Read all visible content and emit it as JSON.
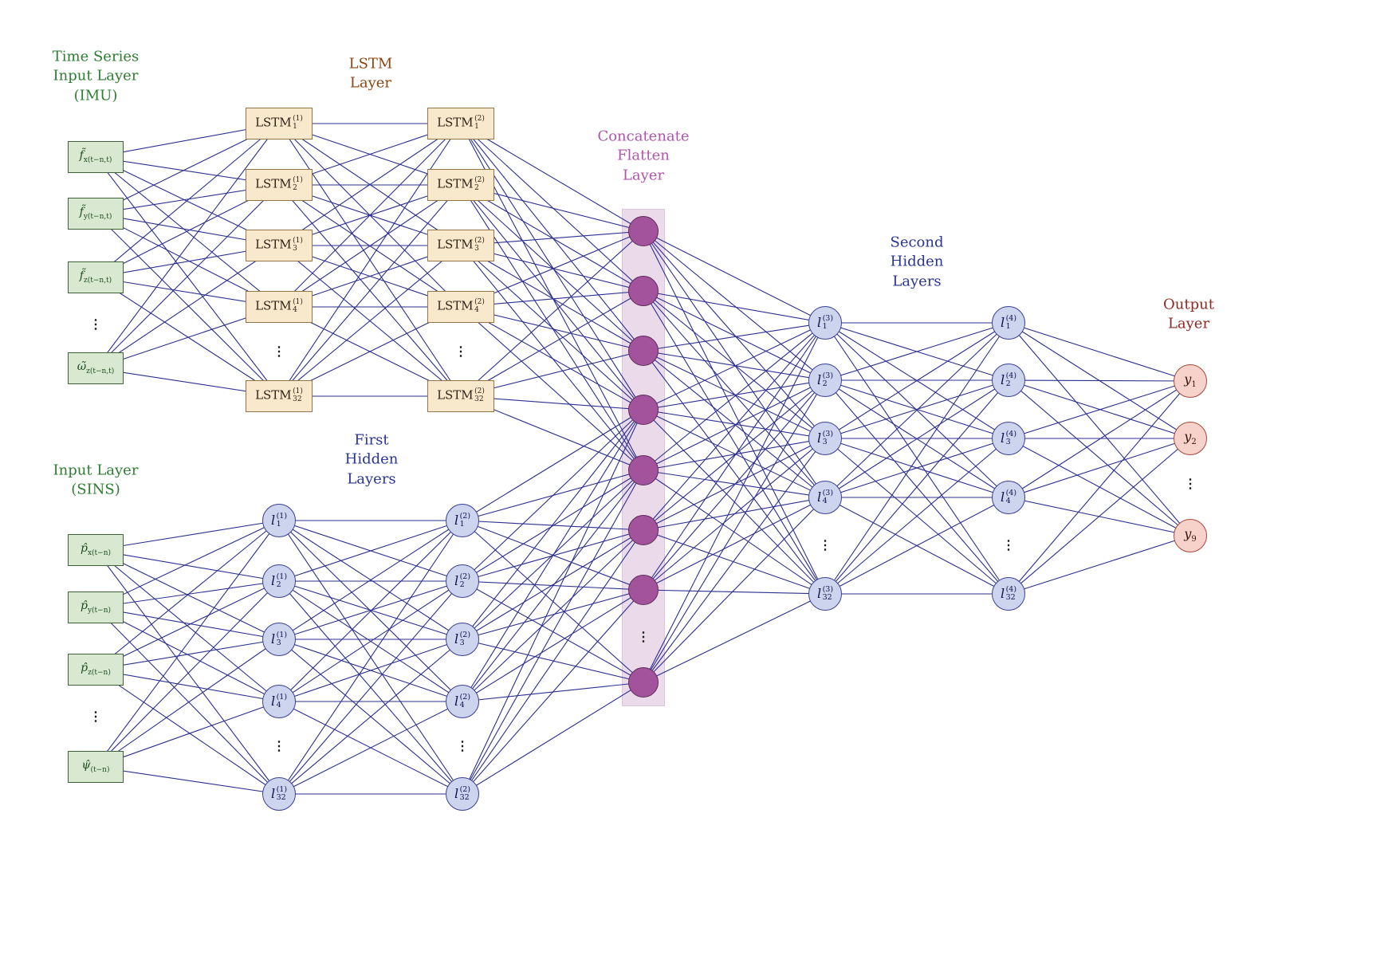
{
  "figure": {
    "type": "lstm-sins-fusion-neural-network-diagram",
    "ellipsis": "⋮",
    "titles": {
      "imu": {
        "lines": [
          "Time Series",
          "Input Layer",
          "(IMU)"
        ]
      },
      "lstm": {
        "lines": [
          "LSTM",
          "Layer"
        ]
      },
      "sins": {
        "lines": [
          "Input Layer",
          "(SINS)"
        ]
      },
      "first_hidden": {
        "lines": [
          "First",
          "Hidden",
          "Layers"
        ]
      },
      "concat": {
        "lines": [
          "Concatenate",
          "Flatten",
          "Layer"
        ]
      },
      "second_hidden": {
        "lines": [
          "Second",
          "Hidden",
          "Layers"
        ]
      },
      "output": {
        "lines": [
          "Output",
          "Layer"
        ]
      }
    },
    "layers": {
      "imu": {
        "name": "imu-input",
        "nodes": [
          {
            "base": "f̃",
            "sub": "x(t−n,t)",
            "math": true
          },
          {
            "base": "f̃",
            "sub": "y(t−n,t)",
            "math": true
          },
          {
            "base": "f̃",
            "sub": "z(t−n,t)",
            "math": true
          },
          {
            "base": "ω̃",
            "sub": "z(t−n,t)",
            "math": true
          }
        ]
      },
      "lstm1": {
        "name": "lstm-1",
        "nodes": [
          {
            "base": "LSTM",
            "sub": "1",
            "sup": "(1)"
          },
          {
            "base": "LSTM",
            "sub": "2",
            "sup": "(1)"
          },
          {
            "base": "LSTM",
            "sub": "3",
            "sup": "(1)"
          },
          {
            "base": "LSTM",
            "sub": "4",
            "sup": "(1)"
          },
          {
            "base": "LSTM",
            "sub": "32",
            "sup": "(1)"
          }
        ]
      },
      "lstm2": {
        "name": "lstm-2",
        "nodes": [
          {
            "base": "LSTM",
            "sub": "1",
            "sup": "(2)"
          },
          {
            "base": "LSTM",
            "sub": "2",
            "sup": "(2)"
          },
          {
            "base": "LSTM",
            "sub": "3",
            "sup": "(2)"
          },
          {
            "base": "LSTM",
            "sub": "4",
            "sup": "(2)"
          },
          {
            "base": "LSTM",
            "sub": "32",
            "sup": "(2)"
          }
        ]
      },
      "sins": {
        "name": "sins-input",
        "nodes": [
          {
            "base": "p̂",
            "sub": "x(t−n)",
            "math": true
          },
          {
            "base": "p̂",
            "sub": "y(t−n)",
            "math": true
          },
          {
            "base": "p̂",
            "sub": "z(t−n)",
            "math": true
          },
          {
            "base": "ψ̂",
            "sub": "(t−n)",
            "math": true
          }
        ]
      },
      "h1": {
        "name": "hidden-1",
        "nodes": [
          {
            "base": "l",
            "sub": "1",
            "sup": "(1)",
            "math": true
          },
          {
            "base": "l",
            "sub": "2",
            "sup": "(1)",
            "math": true
          },
          {
            "base": "l",
            "sub": "3",
            "sup": "(1)",
            "math": true
          },
          {
            "base": "l",
            "sub": "4",
            "sup": "(1)",
            "math": true
          },
          {
            "base": "l",
            "sub": "32",
            "sup": "(1)",
            "math": true
          }
        ]
      },
      "h2": {
        "name": "hidden-2",
        "nodes": [
          {
            "base": "l",
            "sub": "1",
            "sup": "(2)",
            "math": true
          },
          {
            "base": "l",
            "sub": "2",
            "sup": "(2)",
            "math": true
          },
          {
            "base": "l",
            "sub": "3",
            "sup": "(2)",
            "math": true
          },
          {
            "base": "l",
            "sub": "4",
            "sup": "(2)",
            "math": true
          },
          {
            "base": "l",
            "sub": "32",
            "sup": "(2)",
            "math": true
          }
        ]
      },
      "concat": {
        "name": "concat",
        "node_count": 8
      },
      "h3": {
        "name": "hidden-3",
        "nodes": [
          {
            "base": "l",
            "sub": "1",
            "sup": "(3)",
            "math": true
          },
          {
            "base": "l",
            "sub": "2",
            "sup": "(3)",
            "math": true
          },
          {
            "base": "l",
            "sub": "3",
            "sup": "(3)",
            "math": true
          },
          {
            "base": "l",
            "sub": "4",
            "sup": "(3)",
            "math": true
          },
          {
            "base": "l",
            "sub": "32",
            "sup": "(3)",
            "math": true
          }
        ]
      },
      "h4": {
        "name": "hidden-4",
        "nodes": [
          {
            "base": "l",
            "sub": "1",
            "sup": "(4)",
            "math": true
          },
          {
            "base": "l",
            "sub": "2",
            "sup": "(4)",
            "math": true
          },
          {
            "base": "l",
            "sub": "3",
            "sup": "(4)",
            "math": true
          },
          {
            "base": "l",
            "sub": "4",
            "sup": "(4)",
            "math": true
          },
          {
            "base": "l",
            "sub": "32",
            "sup": "(4)",
            "math": true
          }
        ]
      },
      "out": {
        "name": "output",
        "nodes": [
          {
            "base": "y",
            "sub": "1",
            "math": true
          },
          {
            "base": "y",
            "sub": "2",
            "math": true
          },
          {
            "base": "y",
            "sub": "9",
            "math": true
          }
        ]
      }
    },
    "colors": {
      "edge": "#2b2f8e",
      "green_fill": "#d8e8d1",
      "green_border": "#3f6137",
      "green_text": "#1d4d1d",
      "tan_fill": "#f9e9cc",
      "tan_border": "#96744a",
      "tan_text": "#2e2318",
      "blue_fill": "#ccd4ee",
      "blue_border": "#3b3f93",
      "blue_text": "#10104e",
      "purple_fill": "#a3539c",
      "purple_border": "#5e2a59",
      "strip_fill": "#eadaea",
      "strip_border": "#dcc6dc",
      "red_fill": "#f7d2cb",
      "red_border": "#a5473a",
      "red_text": "#3c120b",
      "title_green": "#2e7d32",
      "title_brown": "#8b4513",
      "title_navy": "#283593",
      "title_violet": "#af54ae",
      "title_darkred": "#8e2a21",
      "dots": "#1a1a1a"
    }
  }
}
